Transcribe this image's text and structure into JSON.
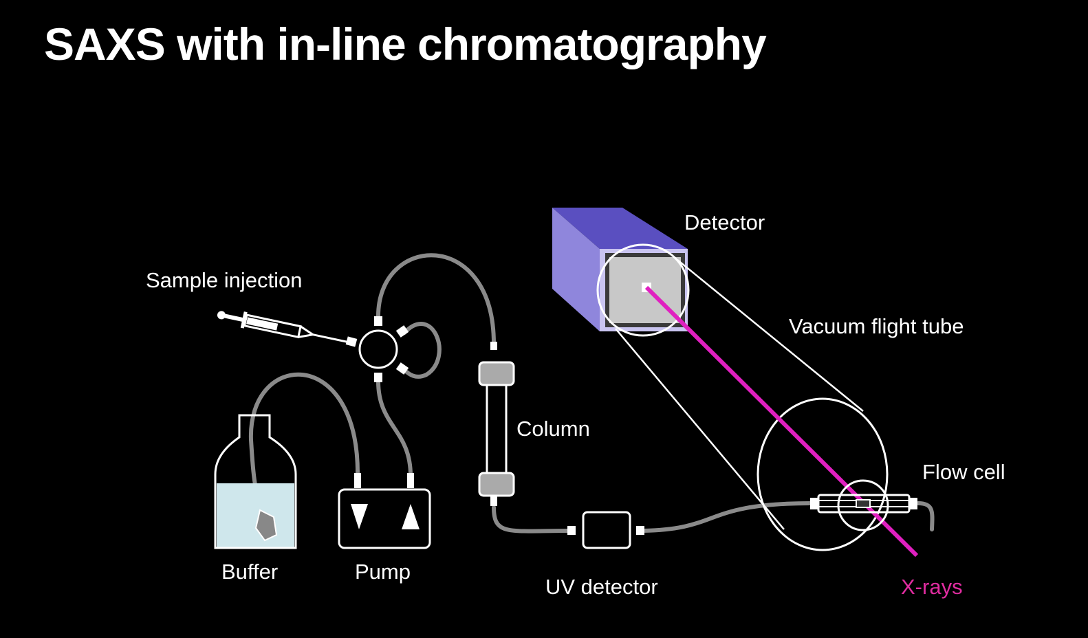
{
  "title": "SAXS with in-line chromatography",
  "labels": {
    "sample_injection": "Sample injection",
    "detector": "Detector",
    "vacuum_flight_tube": "Vacuum flight tube",
    "column": "Column",
    "flow_cell": "Flow cell",
    "buffer": "Buffer",
    "pump": "Pump",
    "uv_detector": "UV detector",
    "x_rays": "X-rays"
  },
  "colors": {
    "xray": "#e020c0",
    "detector_face": "#c9c4f0",
    "detector_top": "#5a4fc0",
    "detector_side": "#8f86dc",
    "buffer_liquid": "#cfe7ec",
    "tubing": "#8a8a8a"
  }
}
